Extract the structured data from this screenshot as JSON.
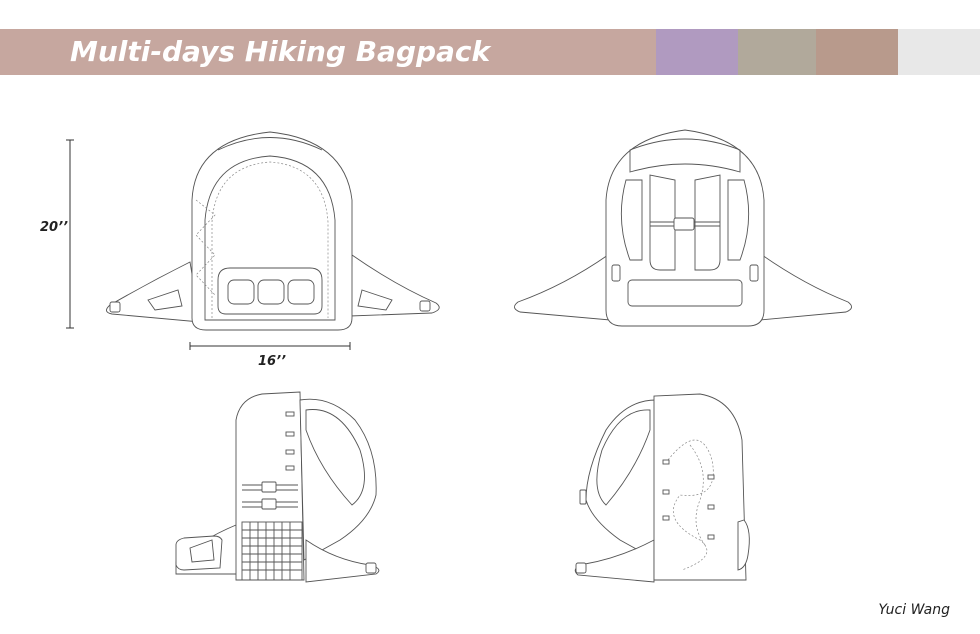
{
  "title": "Multi-days Hiking Bagpack",
  "colors": {
    "title_bar": "#c6a79f",
    "swatches": [
      "#b09ac0",
      "#b1a99b",
      "#b89a8c",
      "#e8e8e8"
    ]
  },
  "dimensions": {
    "height": "20’’",
    "width": "16’’"
  },
  "author": "Yuci Wang"
}
